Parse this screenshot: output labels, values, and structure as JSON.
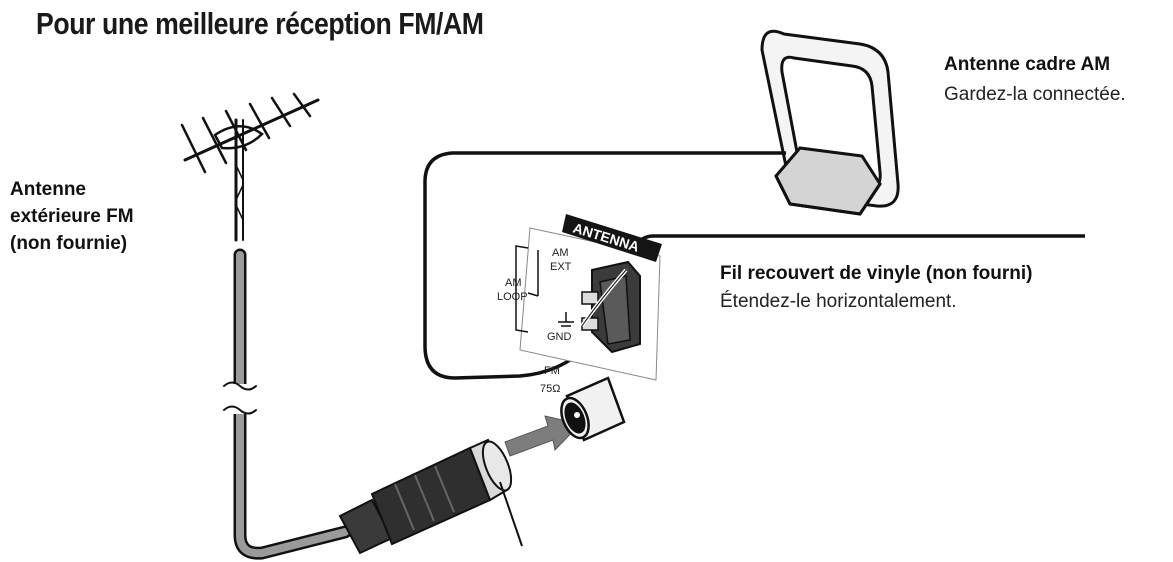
{
  "title": "Pour une meilleure réception FM/AM",
  "fm_antenna": {
    "line1": "Antenne",
    "line2": "extérieure FM",
    "line3": "(non fournie)"
  },
  "am_loop": {
    "title": "Antenne cadre AM",
    "subtitle": "Gardez-la connectée."
  },
  "vinyl_wire": {
    "title": "Fil recouvert de vinyle (non fourni)",
    "subtitle": "Étendez-le horizontalement."
  },
  "terminal": {
    "header": "ANTENNA",
    "am_ext": [
      "AM",
      "EXT"
    ],
    "am_loop": [
      "AM",
      "LOOP"
    ],
    "gnd": "GND",
    "fm": "FM",
    "fm_ohm": "75Ω"
  },
  "colors": {
    "ink": "#111111",
    "cable_gray": "#8c8c8c",
    "plug_dark": "#2f2f2f",
    "arrow_gray": "#7d7d7d"
  }
}
